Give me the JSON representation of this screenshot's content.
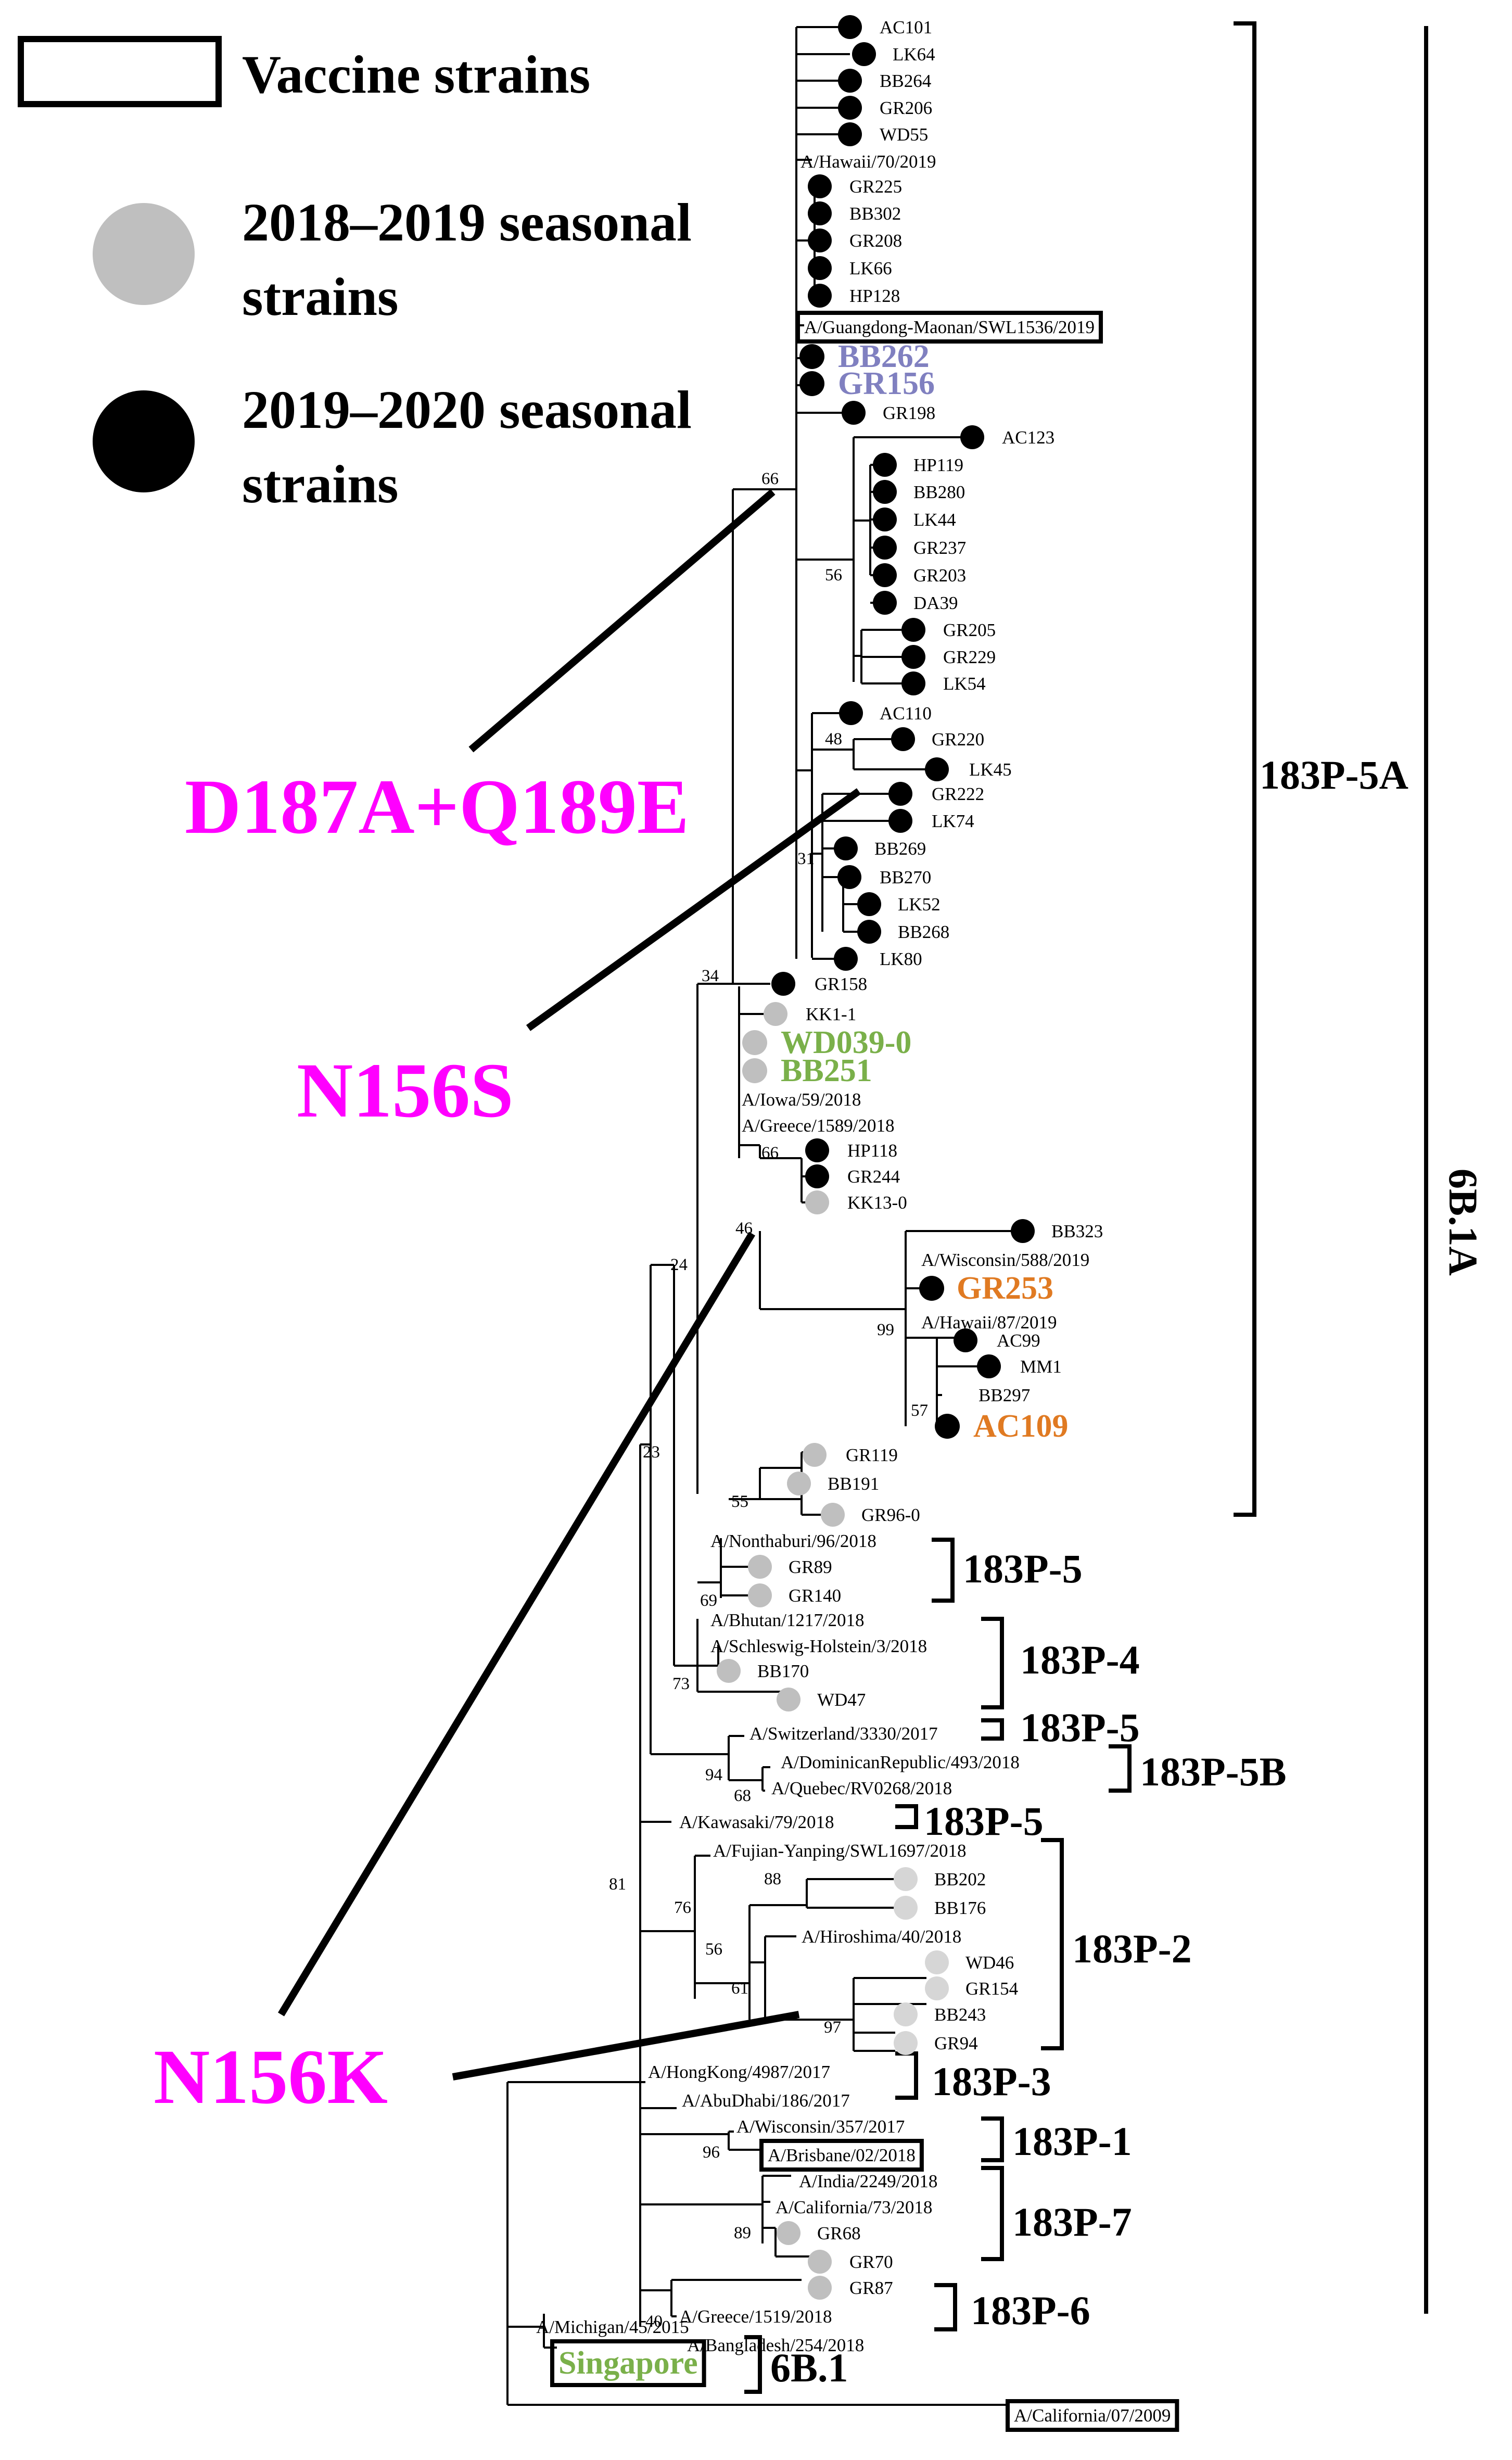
{
  "legend": {
    "vaccine": "Vaccine strains",
    "season_2018_line1": "2018–2019 seasonal",
    "season_2018_line2": "strains",
    "season_2019_line1": "2019–2020 seasonal",
    "season_2019_line2": "strains"
  },
  "colors": {
    "black_dot": "#000000",
    "grey_dot": "#bfbfbf",
    "mutation": "#ff00ff",
    "purple_label": "#8080c0",
    "green_label": "#7ab04a",
    "orange_label": "#e07a22"
  },
  "mutations": {
    "m1": "D187A+Q189E",
    "m2": "N156S",
    "m3": "N156K"
  },
  "clades": {
    "c5a": "183P-5A",
    "c6b1a": "6B.1A",
    "c5_1": "183P-5",
    "c4": "183P-4",
    "c5_2": "183P-5",
    "c5b": "183P-5B",
    "c5_3": "183P-5",
    "c2": "183P-2",
    "c3": "183P-3",
    "c1": "183P-1",
    "c7": "183P-7",
    "c6": "183P-6",
    "c6b1": "6B.1"
  },
  "leaves": [
    {
      "id": "AC101",
      "label": "AC101",
      "dot": "black"
    },
    {
      "id": "LK64",
      "label": "LK64",
      "dot": "black"
    },
    {
      "id": "BB264",
      "label": "BB264",
      "dot": "black"
    },
    {
      "id": "GR206",
      "label": "GR206",
      "dot": "black"
    },
    {
      "id": "WD55",
      "label": "WD55",
      "dot": "black"
    },
    {
      "id": "Hawaii70",
      "label": "A/Hawaii/70/2019",
      "dot": "none"
    },
    {
      "id": "GR225",
      "label": "GR225",
      "dot": "black"
    },
    {
      "id": "BB302",
      "label": "BB302",
      "dot": "black"
    },
    {
      "id": "GR208",
      "label": "GR208",
      "dot": "black"
    },
    {
      "id": "LK66",
      "label": "LK66",
      "dot": "black"
    },
    {
      "id": "HP128",
      "label": "HP128",
      "dot": "black"
    },
    {
      "id": "GuangdongMaonan",
      "label": "A/Guangdong-Maonan/SWL1536/2019",
      "dot": "none",
      "boxed": true
    },
    {
      "id": "BB262",
      "label": "BB262",
      "dot": "black",
      "highlight": "purple"
    },
    {
      "id": "GR156",
      "label": "GR156",
      "dot": "black",
      "highlight": "purple"
    },
    {
      "id": "GR198",
      "label": "GR198",
      "dot": "black"
    },
    {
      "id": "AC123",
      "label": "AC123",
      "dot": "black"
    },
    {
      "id": "HP119",
      "label": "HP119",
      "dot": "black"
    },
    {
      "id": "BB280",
      "label": "BB280",
      "dot": "black"
    },
    {
      "id": "LK44",
      "label": "LK44",
      "dot": "black"
    },
    {
      "id": "GR237",
      "label": "GR237",
      "dot": "black"
    },
    {
      "id": "GR203",
      "label": "GR203",
      "dot": "black"
    },
    {
      "id": "DA39",
      "label": "DA39",
      "dot": "black"
    },
    {
      "id": "GR205",
      "label": "GR205",
      "dot": "black"
    },
    {
      "id": "GR229",
      "label": "GR229",
      "dot": "black"
    },
    {
      "id": "LK54",
      "label": "LK54",
      "dot": "black"
    },
    {
      "id": "AC110",
      "label": "AC110",
      "dot": "black"
    },
    {
      "id": "GR220",
      "label": "GR220",
      "dot": "black"
    },
    {
      "id": "LK45",
      "label": "LK45",
      "dot": "black"
    },
    {
      "id": "GR222",
      "label": "GR222",
      "dot": "black"
    },
    {
      "id": "LK74",
      "label": "LK74",
      "dot": "black"
    },
    {
      "id": "BB269",
      "label": "BB269",
      "dot": "black"
    },
    {
      "id": "BB270",
      "label": "BB270",
      "dot": "black"
    },
    {
      "id": "LK52",
      "label": "LK52",
      "dot": "black"
    },
    {
      "id": "BB268",
      "label": "BB268",
      "dot": "black"
    },
    {
      "id": "LK80",
      "label": "LK80",
      "dot": "black"
    },
    {
      "id": "GR158",
      "label": "GR158",
      "dot": "black"
    },
    {
      "id": "KK1-1",
      "label": "KK1-1",
      "dot": "grey"
    },
    {
      "id": "WD039-0",
      "label": "WD039-0",
      "dot": "grey",
      "highlight": "green"
    },
    {
      "id": "BB251",
      "label": "BB251",
      "dot": "grey",
      "highlight": "green"
    },
    {
      "id": "Iowa59",
      "label": "A/Iowa/59/2018",
      "dot": "none"
    },
    {
      "id": "Greece1589",
      "label": "A/Greece/1589/2018",
      "dot": "none"
    },
    {
      "id": "HP118",
      "label": "HP118",
      "dot": "black"
    },
    {
      "id": "GR244",
      "label": "GR244",
      "dot": "black"
    },
    {
      "id": "KK13-0",
      "label": "KK13-0",
      "dot": "grey"
    },
    {
      "id": "BB323",
      "label": "BB323",
      "dot": "black"
    },
    {
      "id": "Wisconsin588",
      "label": "A/Wisconsin/588/2019",
      "dot": "none"
    },
    {
      "id": "GR253",
      "label": "GR253",
      "dot": "black",
      "highlight": "orange"
    },
    {
      "id": "Hawaii87",
      "label": "A/Hawaii/87/2019",
      "dot": "none"
    },
    {
      "id": "AC99",
      "label": "AC99",
      "dot": "black"
    },
    {
      "id": "MM1",
      "label": "MM1",
      "dot": "black"
    },
    {
      "id": "BB297",
      "label": "BB297",
      "dot": "none"
    },
    {
      "id": "AC109",
      "label": "AC109",
      "dot": "black",
      "highlight": "orange"
    },
    {
      "id": "GR119",
      "label": "GR119",
      "dot": "grey"
    },
    {
      "id": "BB191",
      "label": "BB191",
      "dot": "grey"
    },
    {
      "id": "GR96-0",
      "label": "GR96-0",
      "dot": "grey"
    },
    {
      "id": "Nonthaburi",
      "label": "A/Nonthaburi/96/2018",
      "dot": "none"
    },
    {
      "id": "GR89",
      "label": "GR89",
      "dot": "grey"
    },
    {
      "id": "GR140",
      "label": "GR140",
      "dot": "grey"
    },
    {
      "id": "Bhutan",
      "label": "A/Bhutan/1217/2018",
      "dot": "none"
    },
    {
      "id": "Schleswig",
      "label": "A/Schleswig-Holstein/3/2018",
      "dot": "none"
    },
    {
      "id": "BB170",
      "label": "BB170",
      "dot": "grey"
    },
    {
      "id": "WD47",
      "label": "WD47",
      "dot": "grey"
    },
    {
      "id": "Switzerland",
      "label": "A/Switzerland/3330/2017",
      "dot": "none"
    },
    {
      "id": "Dominican",
      "label": "A/DominicanRepublic/493/2018",
      "dot": "none"
    },
    {
      "id": "Quebec",
      "label": "A/Quebec/RV0268/2018",
      "dot": "none"
    },
    {
      "id": "Kawasaki",
      "label": "A/Kawasaki/79/2018",
      "dot": "none"
    },
    {
      "id": "Fujian",
      "label": "A/Fujian-Yanping/SWL1697/2018",
      "dot": "none"
    },
    {
      "id": "BB202",
      "label": "BB202",
      "dot": "lightgrey"
    },
    {
      "id": "BB176",
      "label": "BB176",
      "dot": "lightgrey"
    },
    {
      "id": "Hiroshima",
      "label": "A/Hiroshima/40/2018",
      "dot": "none"
    },
    {
      "id": "WD46",
      "label": "WD46",
      "dot": "lightgrey"
    },
    {
      "id": "GR154",
      "label": "GR154",
      "dot": "lightgrey"
    },
    {
      "id": "BB243",
      "label": "BB243",
      "dot": "lightgrey"
    },
    {
      "id": "GR94",
      "label": "GR94",
      "dot": "lightgrey"
    },
    {
      "id": "HongKong",
      "label": "A/HongKong/4987/2017",
      "dot": "none"
    },
    {
      "id": "AbuDhabi",
      "label": "A/AbuDhabi/186/2017",
      "dot": "none"
    },
    {
      "id": "Wisconsin357",
      "label": "A/Wisconsin/357/2017",
      "dot": "none"
    },
    {
      "id": "Brisbane",
      "label": "A/Brisbane/02/2018",
      "dot": "none",
      "boxed": true
    },
    {
      "id": "India",
      "label": "A/India/2249/2018",
      "dot": "none"
    },
    {
      "id": "California73",
      "label": "A/California/73/2018",
      "dot": "none"
    },
    {
      "id": "GR68",
      "label": "GR68",
      "dot": "grey"
    },
    {
      "id": "GR70",
      "label": "GR70",
      "dot": "grey"
    },
    {
      "id": "GR87",
      "label": "GR87",
      "dot": "grey"
    },
    {
      "id": "Greece1519",
      "label": "A/Greece/1519/2018",
      "dot": "none"
    },
    {
      "id": "Bangladesh",
      "label": "A/Bangladesh/254/2018",
      "dot": "none"
    },
    {
      "id": "Michigan",
      "label": "A/Michigan/45/2015",
      "dot": "none"
    },
    {
      "id": "Singapore",
      "label": "Singapore",
      "dot": "none",
      "boxed": true,
      "highlight": "green"
    },
    {
      "id": "California07",
      "label": "A/California/07/2009",
      "dot": "none",
      "boxed": true
    }
  ],
  "bootstrap": {
    "b66a": "66",
    "b56": "56",
    "b48": "48",
    "b31": "31",
    "b34": "34",
    "b66b": "66",
    "b46": "46",
    "b24": "24",
    "b99": "99",
    "b57": "57",
    "b23": "23",
    "b55": "55",
    "b69": "69",
    "b73": "73",
    "b94": "94",
    "b68": "68",
    "b81": "81",
    "b88": "88",
    "b76": "76",
    "b56b": "56",
    "b61": "61",
    "b97": "97",
    "b96": "96",
    "b89": "89",
    "b40": "40"
  }
}
